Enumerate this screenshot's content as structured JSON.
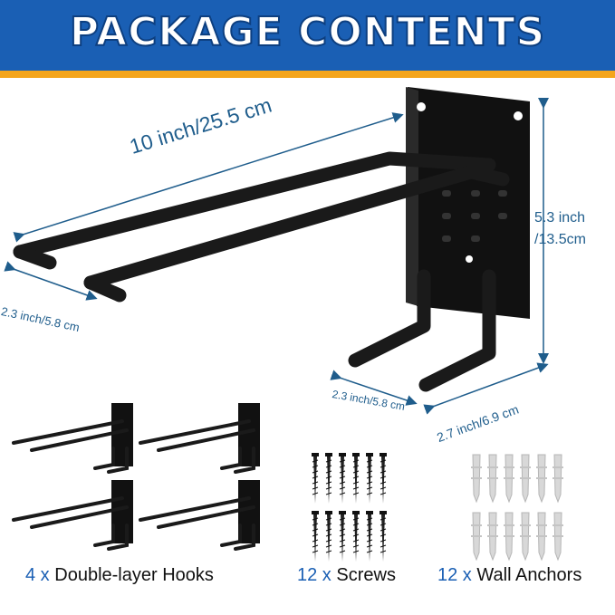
{
  "banner": {
    "title": "PACKAGE CONTENTS",
    "bg_color": "#1a5fb4",
    "accent_color": "#f4a51c"
  },
  "dimensions": {
    "length": "10 inch/25.5 cm",
    "height_line1": "5.3 inch",
    "height_line2": "/13.5cm",
    "hook_width": "2.3 inch/5.8 cm",
    "base_width": "2.3 inch/5.8 cm",
    "depth": "2.7 inch/6.9 cm",
    "label_color": "#1f5d8c"
  },
  "contents": [
    {
      "qty": "4 x",
      "name": "Double-layer Hooks"
    },
    {
      "qty": "12 x",
      "name": "Screws"
    },
    {
      "qty": "12 x",
      "name": "Wall Anchors"
    }
  ]
}
